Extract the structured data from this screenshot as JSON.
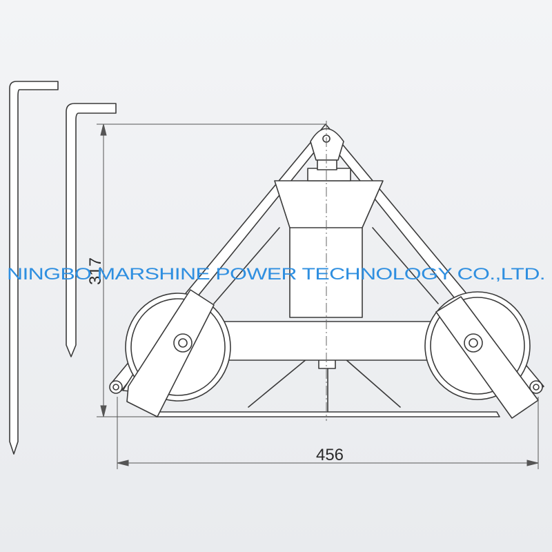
{
  "watermark": "NINGBO MARSHINE POWER TECHNOLOGY CO.,LTD.",
  "dimensions": {
    "height_label": "317",
    "width_label": "456"
  },
  "colors": {
    "line": "#3a3a3a",
    "dim_line": "#555555",
    "fill": "#ffffff",
    "watermark": "#2f8fe0",
    "background": "#eef0f3"
  }
}
